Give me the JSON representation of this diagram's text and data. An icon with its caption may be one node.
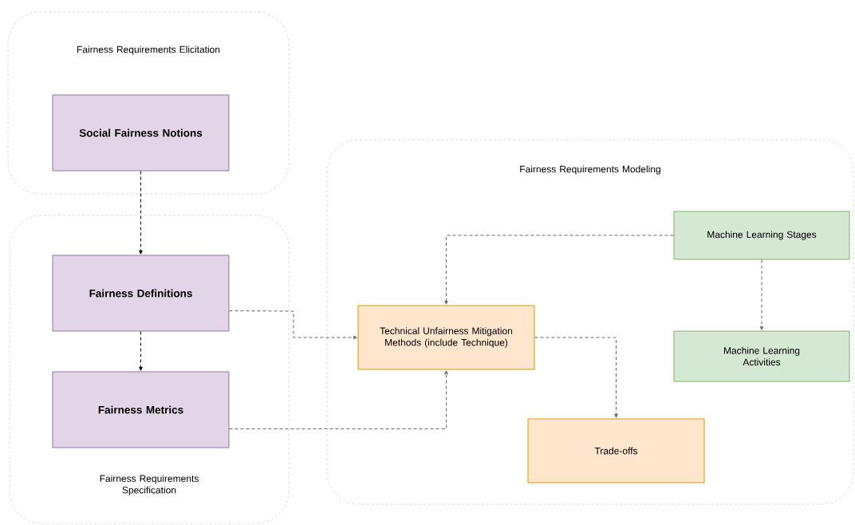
{
  "diagram": {
    "nodes": [
      {
        "text": [
          "Fairness Requirements Elicitation"
        ]
      },
      {
        "text": [
          "Social Fairness Notions"
        ],
        "in": 0
      },
      {
        "text": [
          "Fairness Requirements Specification"
        ]
      },
      {
        "text": [
          "Fairness Definitions"
        ],
        "in": 2
      },
      {
        "text": [
          "Fairness Metrics"
        ],
        "in": 2
      },
      {
        "text": [
          "Fairness Requirements Modeling"
        ]
      },
      {
        "text": [
          "Technical Unfairness Mitigation Methods (include Technique)"
        ],
        "in": 5
      },
      {
        "text": [
          "Machine Learning Stages"
        ],
        "in": 5
      },
      {
        "text": [
          "Machine Learning Activities"
        ],
        "in": 5
      },
      {
        "text": [
          "Trade-offs"
        ],
        "in": 5
      }
    ],
    "edges": [
      {
        "from": 1,
        "to": 3,
        "arrow": "to",
        "style": "dashed",
        "color": "#000000"
      },
      {
        "from": 3,
        "to": 4,
        "arrow": "to",
        "style": "dashed",
        "color": "#000000"
      },
      {
        "from": 3,
        "to": 6,
        "arrow": "to",
        "style": "dashed"
      },
      {
        "from": 4,
        "to": 6,
        "arrow": "to",
        "style": "dashed"
      },
      {
        "from": 7,
        "to": 6,
        "arrow": "to",
        "style": "dashed"
      },
      {
        "from": 7,
        "to": 8,
        "arrow": "to",
        "style": "dashed"
      },
      {
        "from": 6,
        "to": 9,
        "arrow": "to",
        "style": "dashed"
      }
    ]
  }
}
